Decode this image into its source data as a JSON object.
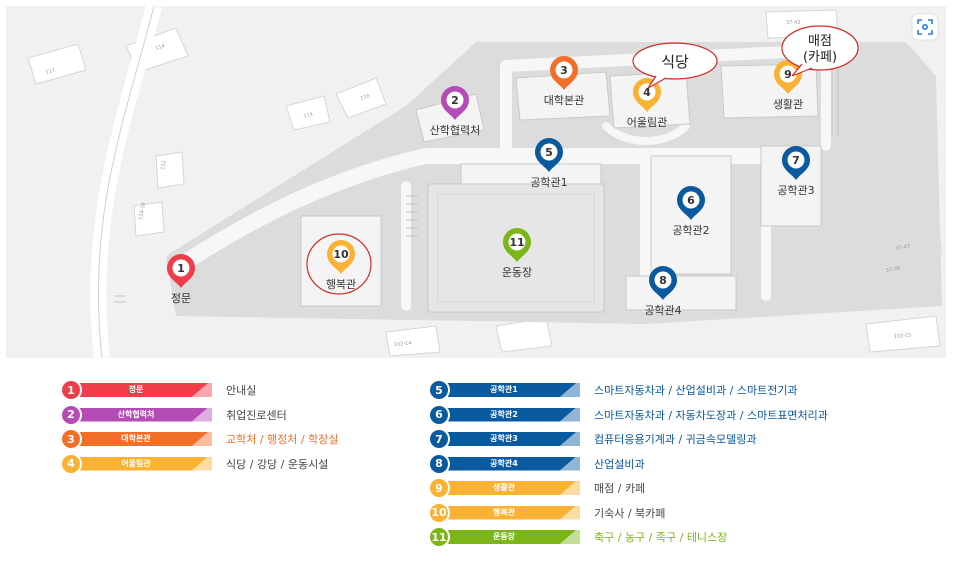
{
  "colors": {
    "red": "#ef3e4a",
    "purple": "#b44cb5",
    "orange": "#f26f2a",
    "yellow": "#f9b234",
    "navy": "#0a5aa0",
    "green": "#7cb518",
    "map_bg": "#f1f1f1",
    "campus": "#dcdcdc",
    "road": "#ffffff"
  },
  "map": {
    "pins": [
      {
        "num": "1",
        "label": "정문",
        "color": "#ef3e4a"
      },
      {
        "num": "2",
        "label": "산학협력처",
        "color": "#b44cb5"
      },
      {
        "num": "3",
        "label": "대학본관",
        "color": "#f26f2a"
      },
      {
        "num": "4",
        "label": "어울림관",
        "color": "#f9b234"
      },
      {
        "num": "5",
        "label": "공학관1",
        "color": "#0a5aa0"
      },
      {
        "num": "6",
        "label": "공학관2",
        "color": "#0a5aa0"
      },
      {
        "num": "7",
        "label": "공학관3",
        "color": "#0a5aa0"
      },
      {
        "num": "8",
        "label": "공학관4",
        "color": "#0a5aa0"
      },
      {
        "num": "9",
        "label": "생활관",
        "color": "#f9b234"
      },
      {
        "num": "10",
        "label": "행복관",
        "color": "#f9b234"
      },
      {
        "num": "11",
        "label": "운동장",
        "color": "#7cb518"
      }
    ],
    "callouts": {
      "cafeteria": "식당",
      "store_line1": "매점",
      "store_line2": "(카페)"
    },
    "road_labels": [
      "117",
      "114",
      "116",
      "114",
      "112",
      "124-18",
      "37-42",
      "37-47",
      "37-38",
      "102-15",
      "102-14"
    ]
  },
  "legend": [
    {
      "num": "1",
      "name": "정문",
      "desc": "안내실",
      "color": "#ef3e4a",
      "desc_color": "#444444"
    },
    {
      "num": "2",
      "name": "산학협력처",
      "desc": "취업진로센터",
      "color": "#b44cb5",
      "desc_color": "#444444"
    },
    {
      "num": "3",
      "name": "대학본관",
      "desc": "교학처 / 행정처 / 학장실",
      "color": "#f26f2a",
      "desc_color": "#f26f2a"
    },
    {
      "num": "4",
      "name": "어울림관",
      "desc": "식당 / 강당 / 운동시설",
      "color": "#f9b234",
      "desc_color": "#444444"
    },
    {
      "num": "5",
      "name": "공학관1",
      "desc": "스마트자동차과 / 산업설비과 / 스마트전기과",
      "color": "#0a5aa0",
      "desc_color": "#0a5aa0"
    },
    {
      "num": "6",
      "name": "공학관2",
      "desc": "스마트자동차과 / 자동차도장과 / 스마트표면처리과",
      "color": "#0a5aa0",
      "desc_color": "#0a5aa0"
    },
    {
      "num": "7",
      "name": "공학관3",
      "desc": "컴퓨터응용기계과 / 귀금속모델링과",
      "color": "#0a5aa0",
      "desc_color": "#0a5aa0"
    },
    {
      "num": "8",
      "name": "공학관4",
      "desc": "산업설비과",
      "color": "#0a5aa0",
      "desc_color": "#0a5aa0"
    },
    {
      "num": "9",
      "name": "생활관",
      "desc": "매점 / 카페",
      "color": "#f9b234",
      "desc_color": "#444444"
    },
    {
      "num": "10",
      "name": "행복관",
      "desc": "기숙사 / 북카페",
      "color": "#f9b234",
      "desc_color": "#444444"
    },
    {
      "num": "11",
      "name": "운동장",
      "desc": "축구 / 농구 / 족구 / 테니스장",
      "color": "#7cb518",
      "desc_color": "#7cb518"
    }
  ]
}
